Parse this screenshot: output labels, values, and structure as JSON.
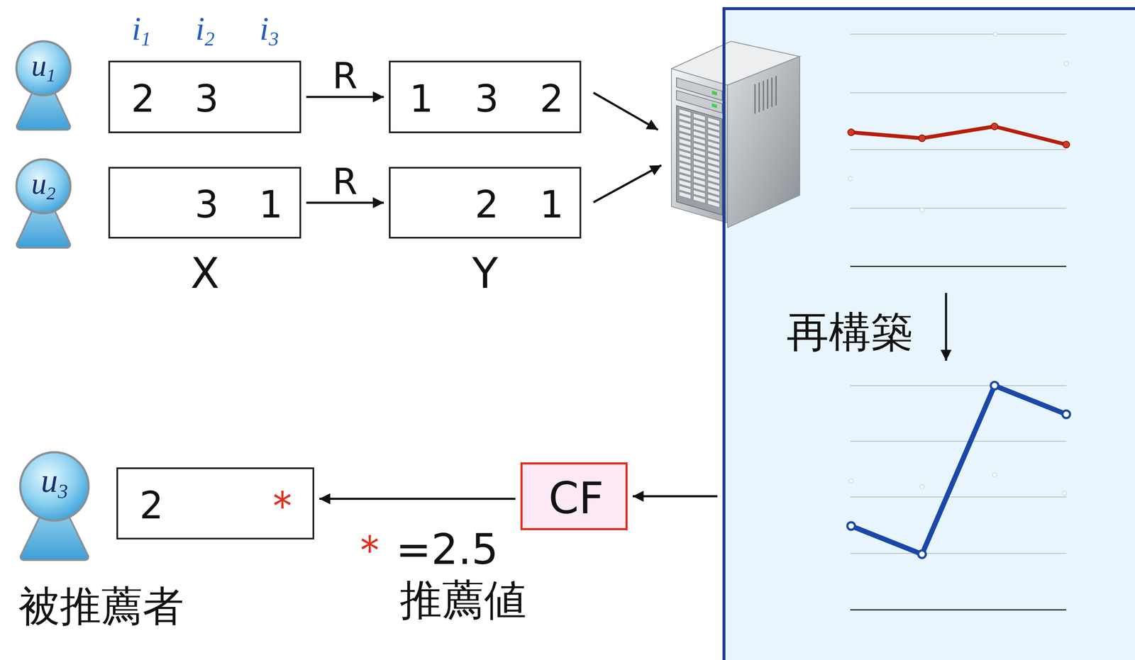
{
  "diagram": {
    "nodes": [
      {
        "text": [
          "u1"
        ]
      },
      {
        "text": [
          "2",
          "3"
        ]
      },
      {
        "text": [
          "1",
          "3",
          "2"
        ]
      },
      {
        "text": [
          "u2"
        ]
      },
      {
        "text": [
          "3",
          "1"
        ]
      },
      {
        "text": [
          "2",
          "1"
        ]
      },
      {
        "text": [
          "再構築"
        ]
      },
      {
        "text": [
          "u3"
        ]
      },
      {
        "text": [
          "2",
          "＊"
        ]
      },
      {
        "text": [
          "CF"
        ]
      }
    ],
    "edges": [
      {
        "from": 1,
        "to": 2,
        "label": "R",
        "arrow": "to"
      },
      {
        "from": 4,
        "to": 5,
        "label": "R",
        "arrow": "to"
      },
      {
        "from": 6,
        "to": 9,
        "arrow": "to"
      },
      {
        "from": 9,
        "to": 8,
        "arrow": "to"
      }
    ],
    "labels": [
      "i1",
      "i2",
      "i3",
      "X",
      "Y",
      "被推薦者",
      "＊",
      "=2.5",
      "推薦値"
    ]
  }
}
